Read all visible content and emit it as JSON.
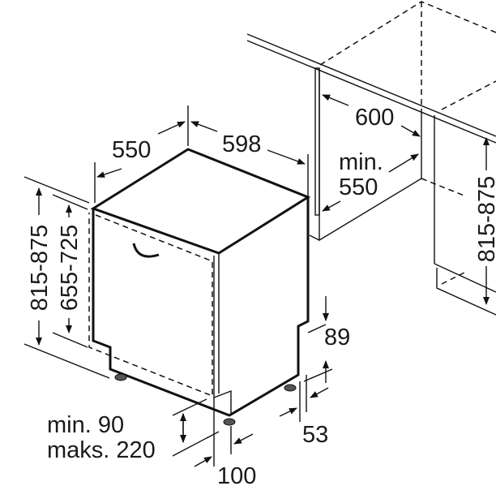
{
  "labels": {
    "depth": "550",
    "width": "598",
    "height_total": "815-875",
    "height_door": "655-725",
    "niche_width": "600",
    "niche_depth_line1": "min.",
    "niche_depth_line2": "550",
    "niche_height": "815-875",
    "plinth_recess": "89",
    "rear_offset": "53",
    "plinth_min": "min. 90",
    "plinth_max": "maks. 220",
    "plinth_depth": "100"
  },
  "colors": {
    "line": "#111111",
    "background": "#ffffff"
  }
}
